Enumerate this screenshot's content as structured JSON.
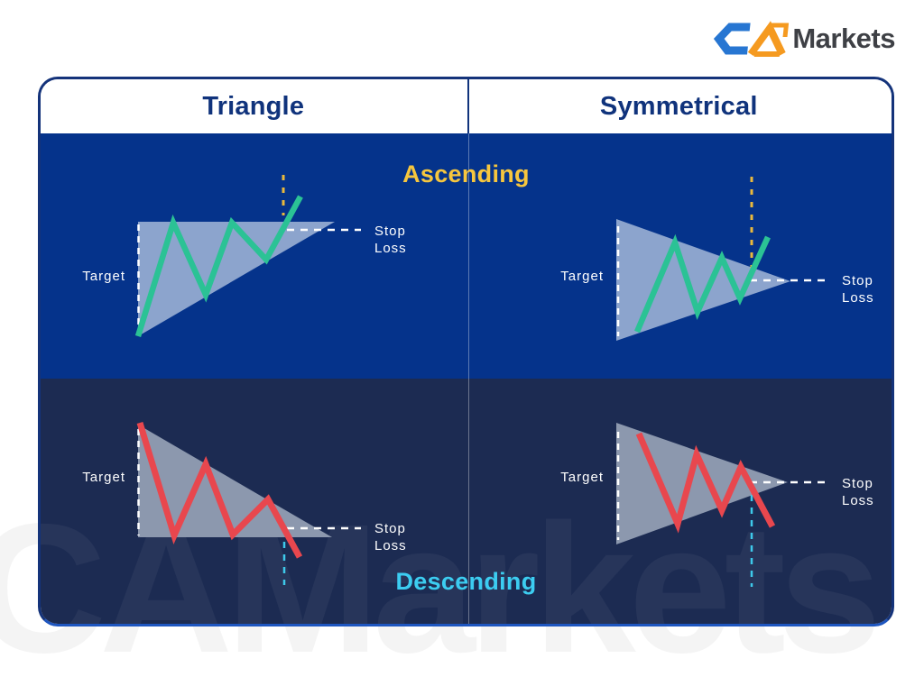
{
  "brand": {
    "mark": "CA",
    "name_suffix": "Markets"
  },
  "watermark": "CAMarkets",
  "header": {
    "columns": [
      "Triangle",
      "Symmetrical"
    ]
  },
  "sections": {
    "ascending": "Ascending",
    "descending": "Descending"
  },
  "labels": {
    "target": "Target",
    "stop": "Stop",
    "loss": "Loss"
  },
  "colors": {
    "header_text": "#10337c",
    "card_border": "#14337a",
    "top_section_bg": "#05338b",
    "bottom_section_bg": "#1c2b52",
    "triangle_fill_top": "#8ca4cd",
    "triangle_fill_bottom": "#8c98ae",
    "bullish_line": "#2bc295",
    "bearish_line": "#e8474e",
    "ascending_label": "#f6c63e",
    "descending_label": "#3ccdf1",
    "breakout_dash_up": "#e9b93c",
    "breakout_dash_down": "#3ec9ea",
    "measure_dash": "#ffffff",
    "logo_c": "#2776d2",
    "logo_a": "#f59a20",
    "logo_text": "#3e4045"
  }
}
